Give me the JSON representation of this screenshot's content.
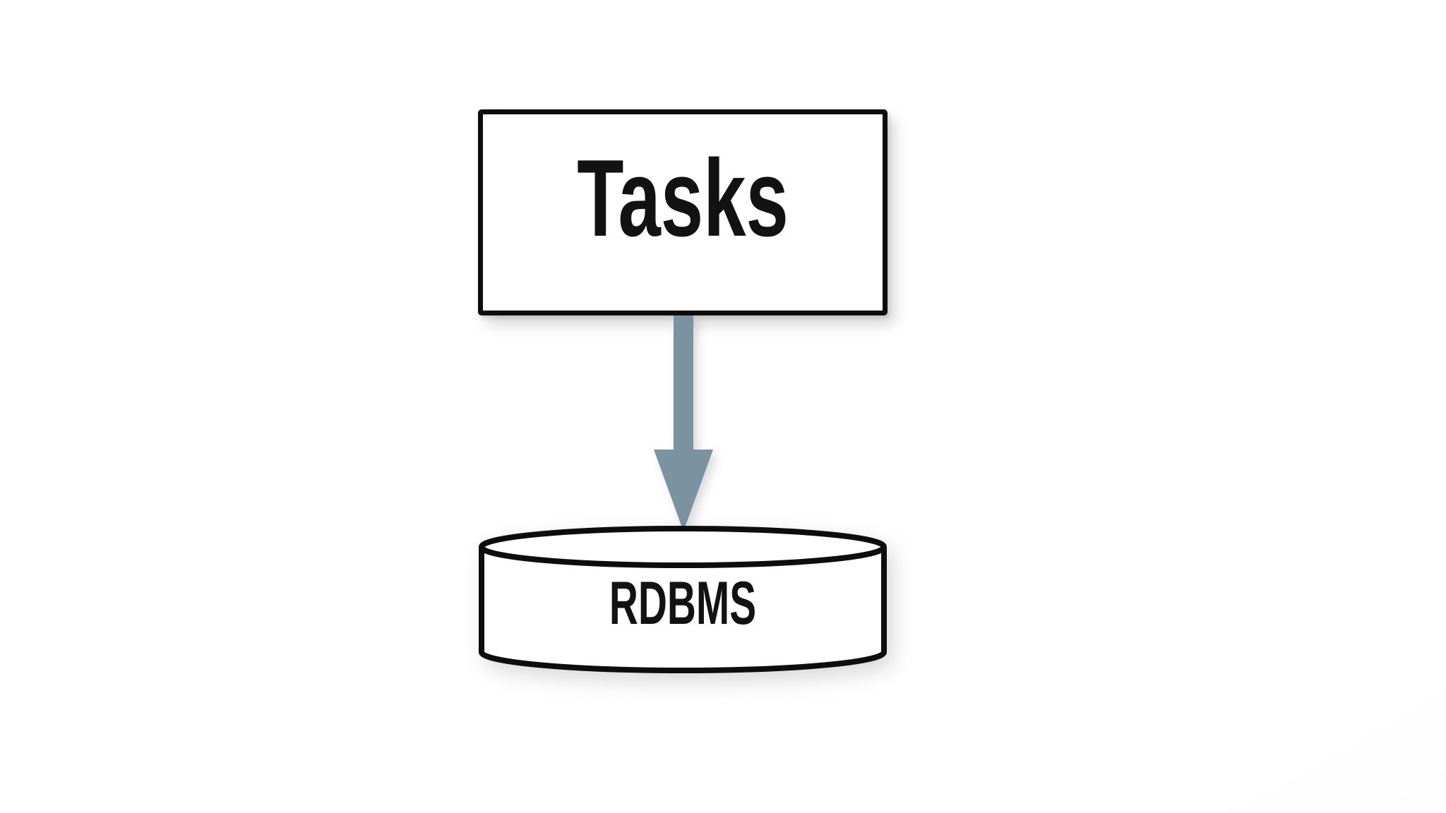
{
  "diagram": {
    "nodes": [
      {
        "id": "tasks",
        "label": "Tasks",
        "shape": "rectangle"
      },
      {
        "id": "rdbms",
        "label": "RDBMS",
        "shape": "database-cylinder"
      }
    ],
    "edges": [
      {
        "from": "tasks",
        "to": "rdbms",
        "direction": "down",
        "style": "solid-arrow"
      }
    ],
    "colors": {
      "outline": "#0d0d0d",
      "arrow": "#7b93a1",
      "node_fill": "#ffffff",
      "text": "#121212",
      "background": "#ffffff"
    }
  }
}
